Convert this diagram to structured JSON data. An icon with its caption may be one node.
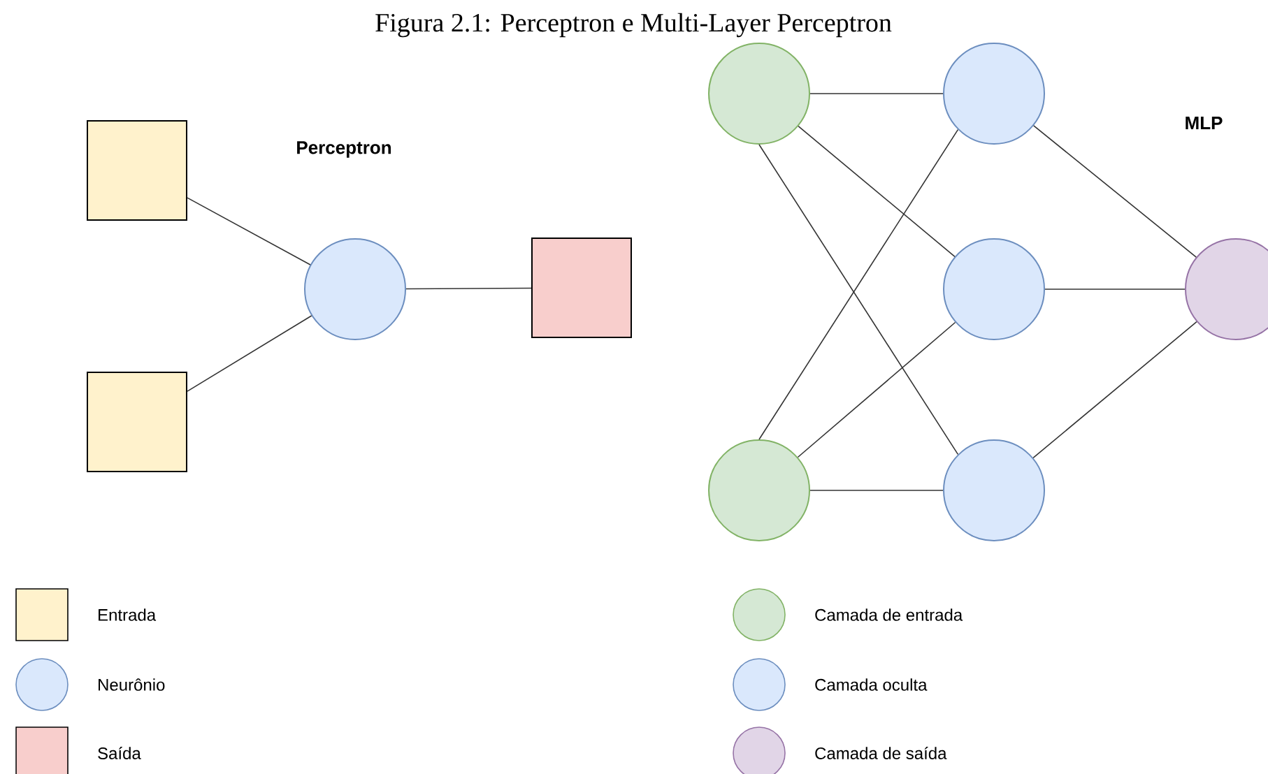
{
  "diagram": {
    "title": "Figura 2.1: Perceptron e Multi-Layer Perceptron",
    "nodes": [
      {
        "text": [],
        "shape": "box"
      },
      {
        "text": [],
        "shape": "box"
      },
      {
        "text": [],
        "shape": "circle"
      },
      {
        "text": [],
        "shape": "box"
      },
      {
        "text": [],
        "shape": "circle"
      },
      {
        "text": [],
        "shape": "circle"
      },
      {
        "text": [],
        "shape": "circle"
      },
      {
        "text": [],
        "shape": "circle"
      },
      {
        "text": [],
        "shape": "circle"
      },
      {
        "text": [],
        "shape": "circle"
      }
    ],
    "edges": [
      {
        "from": 0,
        "to": 2,
        "arrow": "none"
      },
      {
        "from": 1,
        "to": 2,
        "arrow": "none"
      },
      {
        "from": 2,
        "to": 3,
        "arrow": "none"
      },
      {
        "from": 4,
        "to": 5,
        "arrow": "none"
      },
      {
        "from": 4,
        "to": 6,
        "arrow": "none"
      },
      {
        "from": 4,
        "to": 7,
        "arrow": "none"
      },
      {
        "from": 8,
        "to": 5,
        "arrow": "none"
      },
      {
        "from": 8,
        "to": 6,
        "arrow": "none"
      },
      {
        "from": 8,
        "to": 7,
        "arrow": "none"
      },
      {
        "from": 5,
        "to": 9,
        "arrow": "none"
      },
      {
        "from": 6,
        "to": 9,
        "arrow": "none"
      },
      {
        "from": 7,
        "to": 9,
        "arrow": "none"
      }
    ],
    "labels": [
      "Perceptron",
      "MLP"
    ],
    "legend": [
      {
        "text": "Entrada",
        "color": "#fff2cc"
      },
      {
        "text": "Neurônio",
        "color": "#dae8fc"
      },
      {
        "text": "Saída",
        "color": "#f8cecc"
      },
      {
        "text": "Camada de entrada",
        "color": "#d5e8d4"
      },
      {
        "text": "Camada oculta",
        "color": "#dae8fc"
      },
      {
        "text": "Camada de saída",
        "color": "#e1d5e7"
      }
    ]
  }
}
